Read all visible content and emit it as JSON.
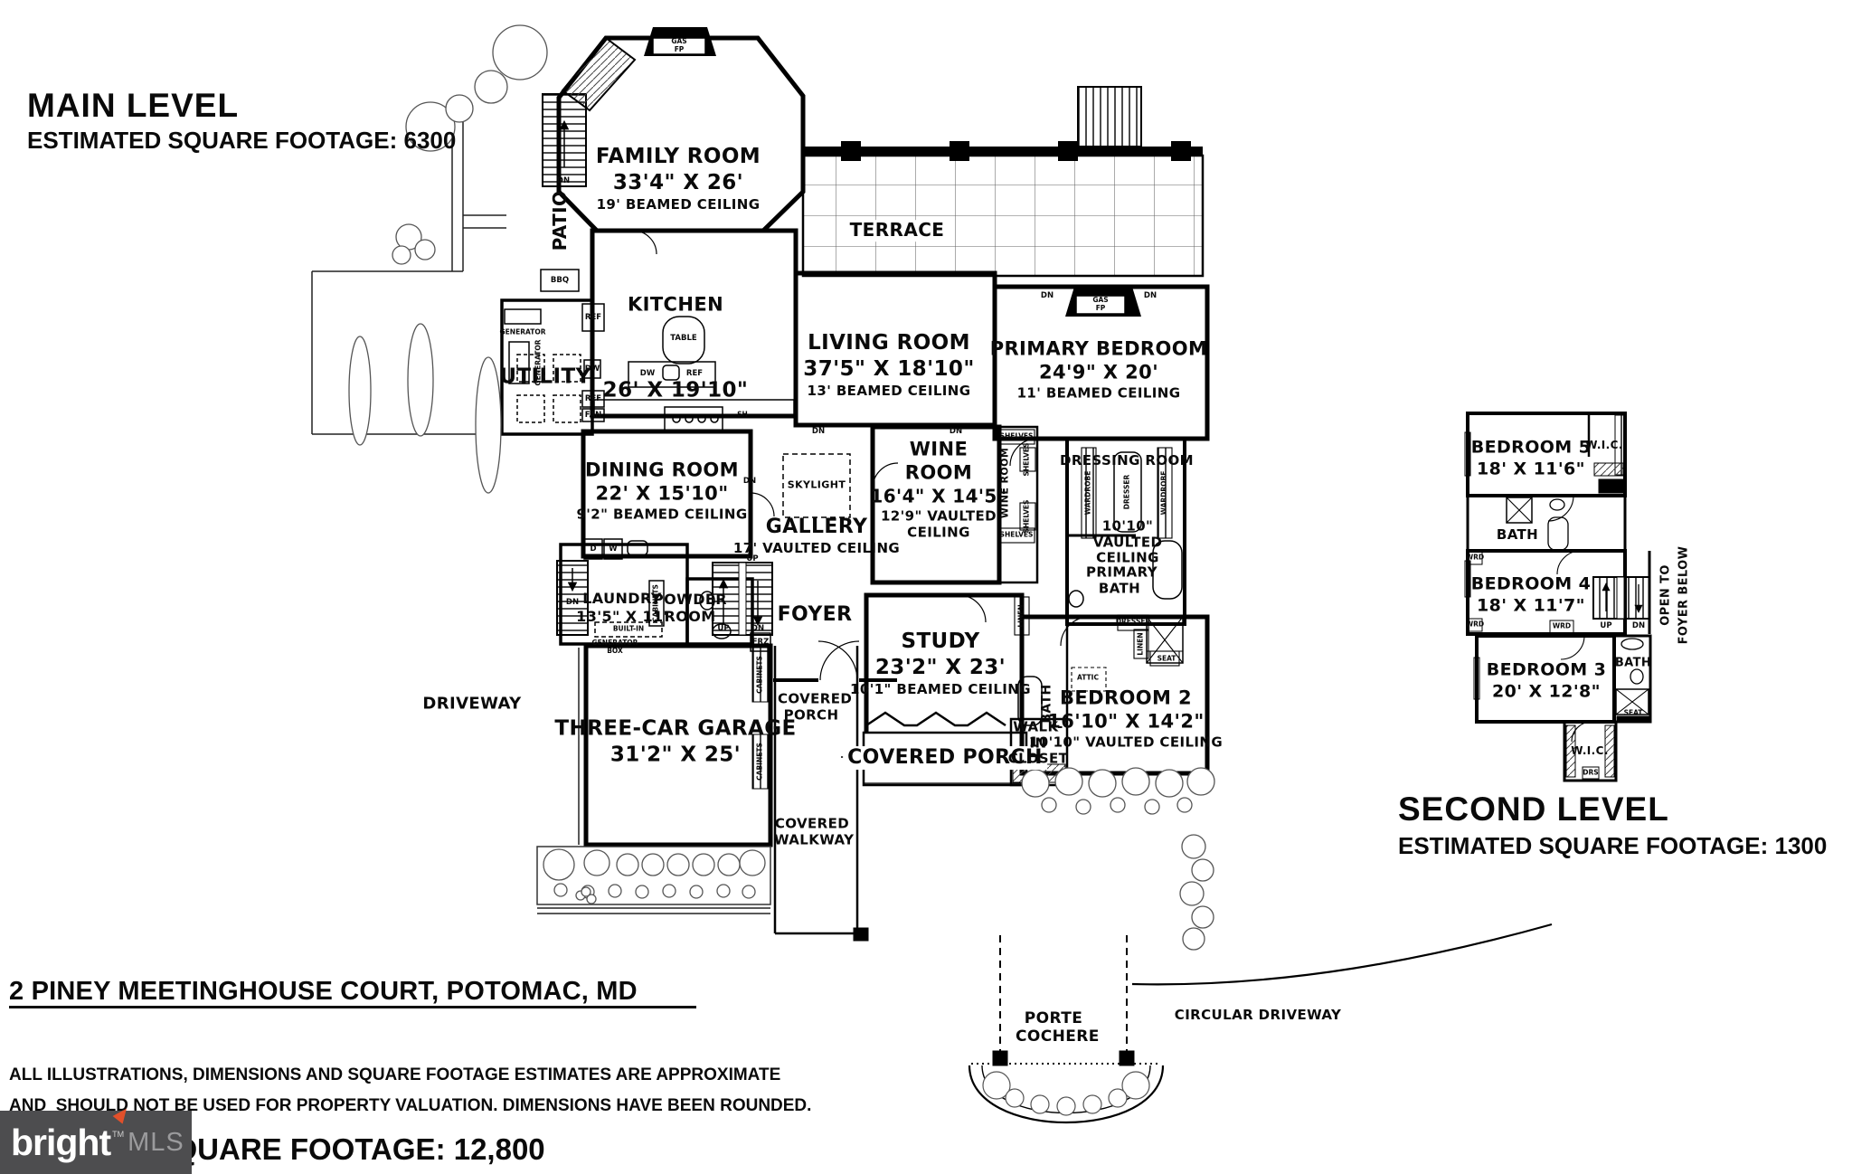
{
  "titles": {
    "main_level": "MAIN LEVEL",
    "main_level_sqft": "ESTIMATED SQUARE FOOTAGE: 6300",
    "second_level": "SECOND LEVEL",
    "second_level_sqft": "ESTIMATED SQUARE FOOTAGE: 1300"
  },
  "main_level": {
    "family_room": {
      "name": "FAMILY ROOM",
      "dims": "33'4\" X 26'",
      "ceiling": "19' BEAMED CEILING"
    },
    "terrace": "TERRACE",
    "patio": "PATIO",
    "kitchen": {
      "name": "KITCHEN",
      "dims": "26' X 19'10\""
    },
    "utility": "UTILITY",
    "living_room": {
      "name": "LIVING ROOM",
      "dims": "37'5\" X 18'10\"",
      "ceiling": "13' BEAMED CEILING"
    },
    "primary_bedroom": {
      "name": "PRIMARY BEDROOM",
      "dims": "24'9\" X 20'",
      "ceiling": "11' BEAMED CEILING"
    },
    "dining_room": {
      "name": "DINING ROOM",
      "dims": "22' X 15'10\"",
      "ceiling": "9'2\" BEAMED CEILING"
    },
    "gallery": {
      "name": "GALLERY",
      "ceiling": "17' VAULTED CEILING"
    },
    "skylight": "SKYLIGHT",
    "wine_room": {
      "name": "WINE ROOM",
      "dims": "16'4\" X 14'5\"",
      "ceiling": "12'9\" VAULTED CEILING"
    },
    "dressing_room": {
      "name": "DRESSING ROOM",
      "ceiling": "10'10\" VAULTED CEILING"
    },
    "primary_bath": "PRIMARY BATH",
    "laundry": {
      "name": "LAUNDRY",
      "dims": "13'5\" X 11'"
    },
    "powder_room": "POWDER ROOM",
    "foyer": "FOYER",
    "study": {
      "name": "STUDY",
      "dims": "23'2\" X 23'",
      "ceiling": "10'1\" BEAMED CEILING"
    },
    "covered_porch": "COVERED PORCH",
    "bedroom_2": {
      "name": "BEDROOM 2",
      "dims": "16'10\" X 14'2\"",
      "ceiling": "10'10\" VAULTED CEILING"
    },
    "walk_in_closet": "WALK-IN CLOSET",
    "bath": "BATH",
    "garage": {
      "name": "THREE-CAR GARAGE",
      "dims": "31'2\" X 25'"
    },
    "driveway": "DRIVEWAY",
    "covered_walkway": "COVERED WALKWAY",
    "porte_cochere": "PORTE COCHERE",
    "circular_driveway": "CIRCULAR DRIVEWAY"
  },
  "second_level": {
    "bedroom_5": {
      "name": "BEDROOM 5",
      "dims": "18' X 11'6\""
    },
    "bedroom_4": {
      "name": "BEDROOM 4",
      "dims": "18' X 11'7\""
    },
    "bedroom_3": {
      "name": "BEDROOM 3",
      "dims": "20' X 12'8\""
    },
    "bath": "BATH",
    "wic": "W.I.C.",
    "open_to": "OPEN TO",
    "foyer_below": "FOYER BELOW"
  },
  "fixtures": {
    "gas_fp": "GAS FP",
    "bbq": "BBQ",
    "generator": "GENERATOR",
    "generator_box": "GENERATOR BOX",
    "ref": "REF",
    "dw": "DW",
    "fan": "FAN",
    "table": "TABLE",
    "sh": "SH",
    "frz": "FRZ",
    "d": "D",
    "w": "W",
    "cabinets": "CABINETS",
    "built_in": "BUILT-IN",
    "shelves": "SHELVES",
    "wardrobe": "WARDROBE",
    "dresser": "DRESSER",
    "linen": "LINEN",
    "attic": "ATTIC",
    "seat": "SEAT",
    "wrd": "WRD",
    "drs": "DRS",
    "up": "UP",
    "dn": "DN"
  },
  "footer": {
    "address": "2 PINEY MEETINGHOUSE COURT, POTOMAC, MD",
    "disclaimer_line_1": "ALL ILLUSTRATIONS, DIMENSIONS AND SQUARE FOOTAGE ESTIMATES ARE APPROXIMATE",
    "disclaimer_line_2": "AND  SHOULD NOT BE USED FOR PROPERTY VALUATION. DIMENSIONS HAVE BEEN ROUNDED.",
    "total_square_footage": "TOTAL SQUARE FOOTAGE: 12,800",
    "logo": {
      "brand": "bright",
      "mls": "MLS",
      "tm": "TM"
    }
  },
  "colors": {
    "ink": "#000000",
    "background": "#ffffff",
    "logo_background": "#4d4d4f",
    "logo_mls": "#9b9b9d",
    "logo_accent": "#e2502a"
  }
}
